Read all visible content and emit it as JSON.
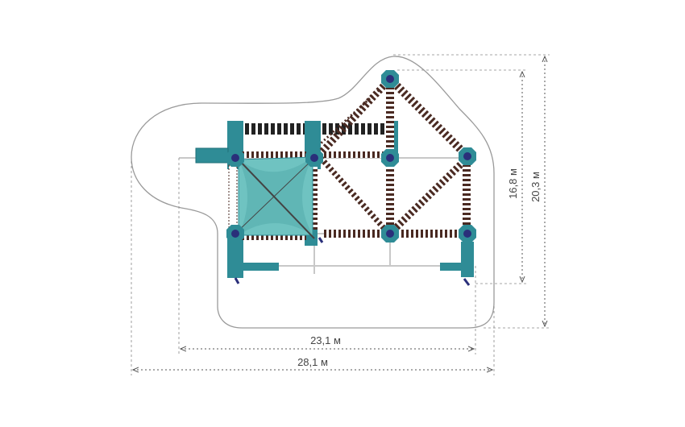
{
  "dimensions": {
    "inner_width": "23,1 м",
    "outer_width": "28,1 м",
    "inner_height": "16,8 м",
    "outer_height": "20,3 м"
  },
  "colors": {
    "teal": "#2f8c96",
    "teal_dark": "#1f6f78",
    "net": "#6fc3c1",
    "beam": "#4a2a22",
    "post_cap": "#2a2f7a",
    "boundary": "#9a9a9a",
    "dim_line": "#555555"
  },
  "icons": {
    "post": "octagon-post-icon",
    "net": "climbing-net-icon"
  }
}
